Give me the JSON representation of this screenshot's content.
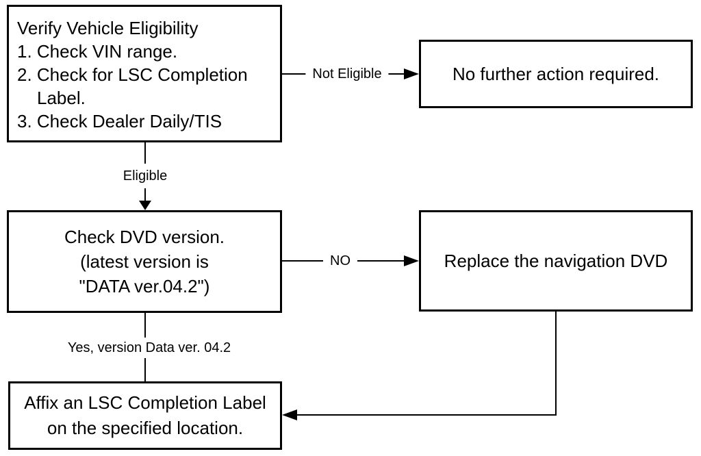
{
  "flowchart": {
    "boxes": {
      "verify_eligibility": {
        "lines": [
          "Verify Vehicle Eligibility",
          "1. Check VIN range.",
          "2. Check for LSC Completion",
          "Label.",
          "3. Check Dealer Daily/TIS"
        ]
      },
      "no_further_action": {
        "text": "No further action required."
      },
      "check_dvd_version": {
        "lines": [
          "Check DVD version.",
          "(latest version is",
          "\"DATA ver.04.2\")"
        ]
      },
      "replace_dvd": {
        "text": "Replace the navigation DVD"
      },
      "affix_label": {
        "lines": [
          "Affix an LSC Completion Label",
          "on the specified location."
        ]
      }
    },
    "edge_labels": {
      "not_eligible": "Not Eligible",
      "eligible": "Eligible",
      "no": "NO",
      "yes_version": "Yes, version Data ver. 04.2"
    },
    "colors": {
      "ink": "#000000",
      "background": "#ffffff"
    }
  }
}
